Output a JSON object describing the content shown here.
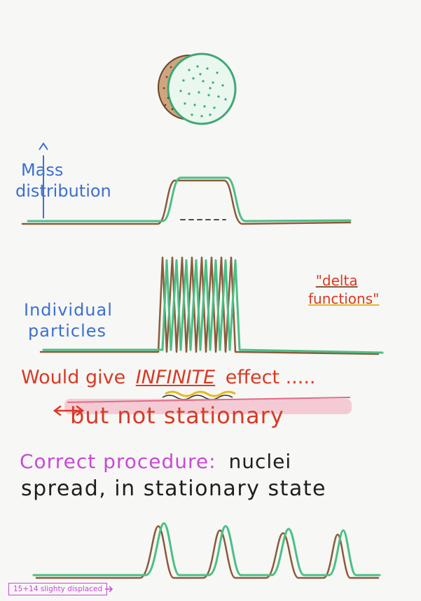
{
  "colors": {
    "blue": "#3d6fd0",
    "red": "#d83a25",
    "magenta": "#c84ad6",
    "black": "#1e1e1e",
    "green": "#4bbf86",
    "brown": "#8c5a3a",
    "yellow": "#e7b81e"
  },
  "labels": {
    "mass_line1": "Mass",
    "mass_line2": "distribution",
    "individual_line1": "Individual",
    "individual_line2": "particles",
    "delta_line1": "\"delta",
    "delta_line2": "functions\"",
    "infinite_prefix": "Would give",
    "infinite_word": "INFINITE",
    "infinite_suffix": "effect .....",
    "not_stationary": "but not stationary",
    "correct_prefix": "Correct procedure:",
    "correct_suffix": "nuclei",
    "spread_line": "spread, in stationary state",
    "footer": "15+14 slighty displaced"
  }
}
